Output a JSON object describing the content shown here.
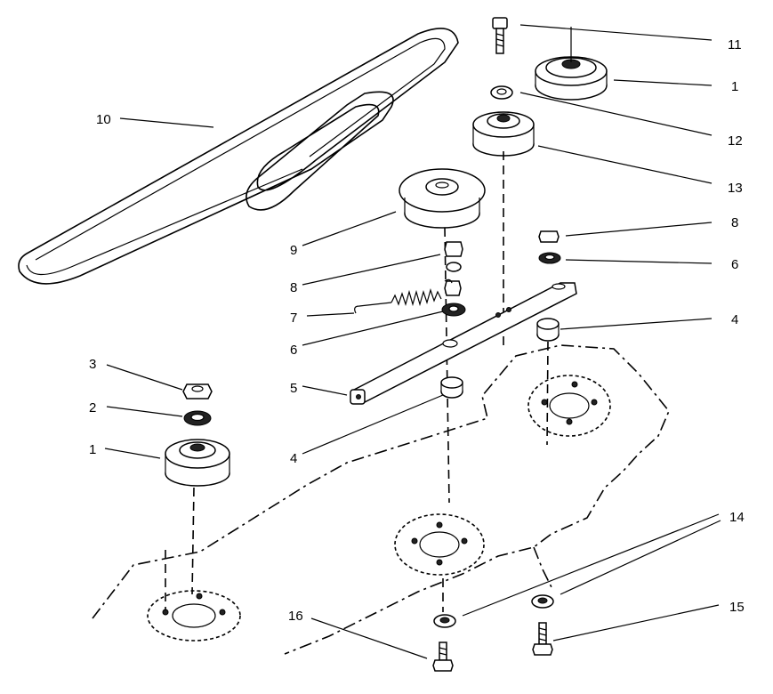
{
  "callouts": {
    "c11": "11",
    "c1a": "1",
    "c12": "12",
    "c13": "13",
    "c10": "10",
    "c9": "9",
    "c8a": "8",
    "c8b": "8",
    "c6a": "6",
    "c6b": "6",
    "c7": "7",
    "c4a": "4",
    "c4b": "4",
    "c5": "5",
    "c3": "3",
    "c2": "2",
    "c1b": "1",
    "c14": "14",
    "c15": "15",
    "c16": "16"
  }
}
